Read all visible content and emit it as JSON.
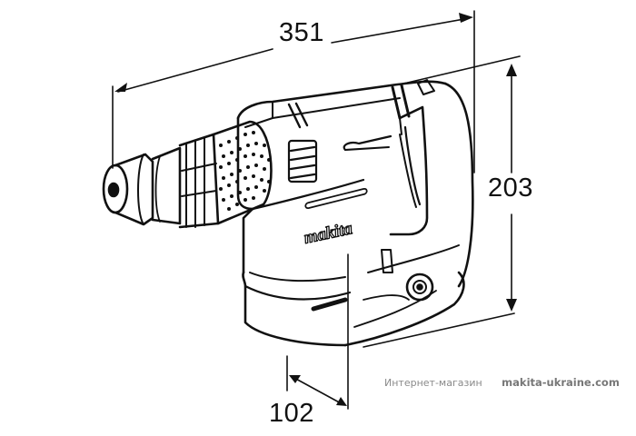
{
  "diagram": {
    "subject": "Makita rotary/demolition hammer dimension drawing",
    "brand_logo_text": "makita",
    "dimensions": {
      "length": {
        "value": "351",
        "axis": "overall length"
      },
      "height": {
        "value": "203",
        "axis": "overall height"
      },
      "width": {
        "value": "102",
        "axis": "overall width"
      }
    },
    "colors": {
      "line": "#111111",
      "background": "#ffffff",
      "watermark": "#8a8a8a"
    }
  },
  "watermark": {
    "shop_label": "Интернет-магазин",
    "site": "makita-ukraine.com"
  }
}
